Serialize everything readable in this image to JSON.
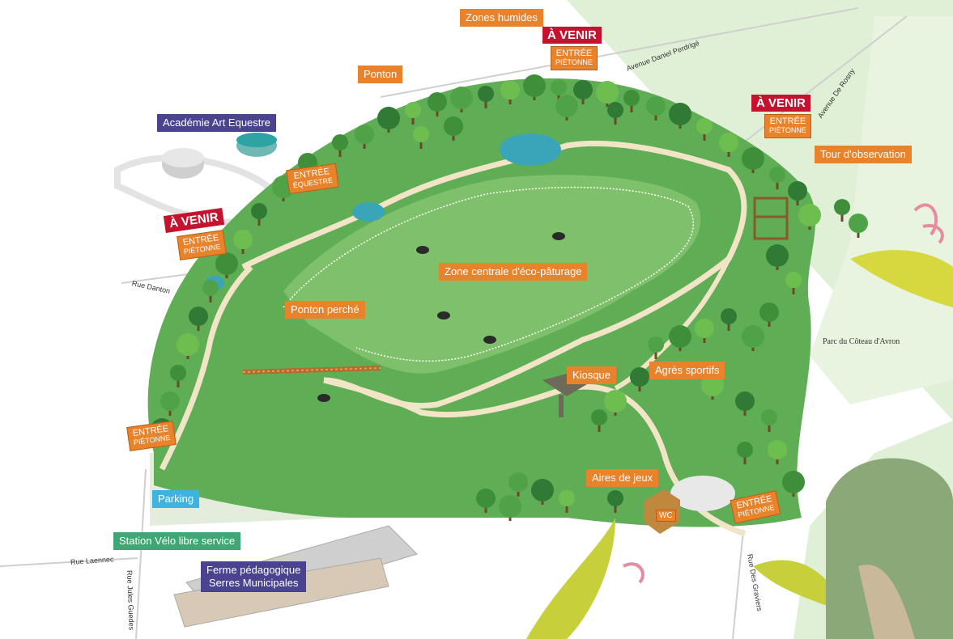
{
  "labels": {
    "zones_humides": "Zones humides",
    "ponton": "Ponton",
    "academie": "Académie Art Equestre",
    "tour": "Tour d'observation",
    "zone_centrale": "Zone centrale d'éco-pâturage",
    "ponton_perche": "Ponton perché",
    "kiosque": "Kiosque",
    "agres": "Agrès sportifs",
    "aires": "Aires de jeux",
    "parking": "Parking",
    "station_velo": "Station Vélo libre service",
    "ferme_l1": "Ferme pédagogique",
    "ferme_l2": "Serres Municipales",
    "parc_coteau": "Parc du Côteau d'Avron",
    "wc": "WC"
  },
  "signs": {
    "a_venir": "À VENIR",
    "entree": "ENTRÉE",
    "pietonne": "PIÉTONNE",
    "equestre": "ÉQUESTRE"
  },
  "streets": {
    "daniel_perdrige": "Avenue Daniel Perdrigé",
    "de_rosny": "Avenue De Rosny",
    "danton": "Rue Danton",
    "laennec": "Rue Laennec",
    "jules_guedes": "Rue Jules Guedes",
    "des_graviers": "Rue Des Graviers"
  },
  "colors": {
    "label_orange": "#e8832b",
    "label_purple": "#4a4490",
    "label_green": "#3fa774",
    "label_blue": "#3eb2e0",
    "avenir_red": "#c4122f",
    "park_green": "#5fae56",
    "meadow_green": "#7fc16a",
    "path": "#f2e4c6"
  },
  "icons": [
    "tree-icon",
    "animal-icon",
    "walker-icon",
    "bench-icon"
  ]
}
